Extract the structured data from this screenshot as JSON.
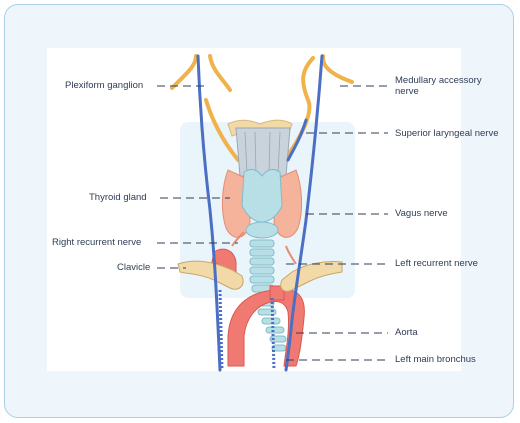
{
  "labels_left": [
    {
      "key": "plexiform",
      "text": "Plexiform ganglion"
    },
    {
      "key": "thyroid",
      "text": "Thyroid gland"
    },
    {
      "key": "right_recurrent",
      "text": "Right recurrent nerve"
    },
    {
      "key": "clavicle",
      "text": "Clavicle"
    }
  ],
  "labels_right": [
    {
      "key": "medullary",
      "text": "Medullary accessory nerve"
    },
    {
      "key": "superior_laryngeal",
      "text": "Superior laryngeal nerve"
    },
    {
      "key": "vagus",
      "text": "Vagus nerve"
    },
    {
      "key": "left_recurrent",
      "text": "Left recurrent nerve"
    },
    {
      "key": "aorta",
      "text": "Aorta"
    },
    {
      "key": "left_main_bronchus",
      "text": "Left main bronchus"
    }
  ],
  "colors": {
    "nerve": "#4a6fc4",
    "accessory_nerve": "#f0b24a",
    "thyroid": "#f4b39a",
    "cartilage": "#b9dfe6",
    "bone": "#f2d9a8",
    "vessel": "#f07a72",
    "leader": "#2e3d55",
    "frame_bg": "#eef6fc",
    "frame_border": "#a9cfe9"
  }
}
